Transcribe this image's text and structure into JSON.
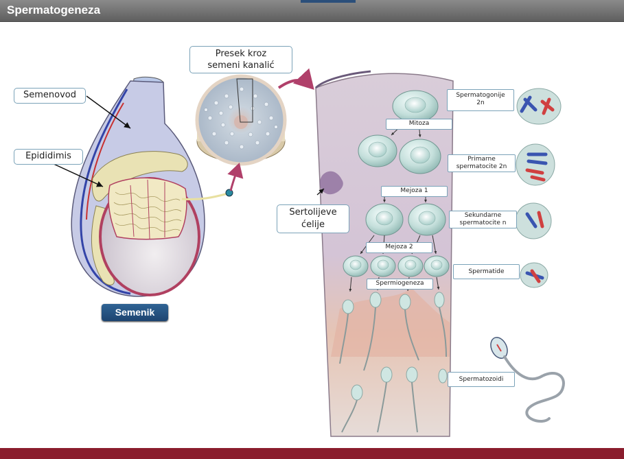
{
  "window": {
    "title": "Spermatogeneza"
  },
  "labels": {
    "semenovod": "Semenovod",
    "epididimis": "Epididimis",
    "presek_line1": "Presek kroz",
    "presek_line2": "semeni kanalić",
    "sertolijeve_line1": "Sertolijeve",
    "sertolijeve_line2": "ćelije",
    "semenik": "Semenik"
  },
  "stages": {
    "mitoza": "Mitoza",
    "mejoza1": "Mejoza 1",
    "mejoza2": "Mejoza 2",
    "spermiogeneza": "Spermiogeneza"
  },
  "cell_labels": {
    "spermatogonije_line1": "Spermatogonije",
    "spermatogonije_line2": "2n",
    "primarne_line1": "Primarne",
    "primarne_line2": "spermatocite 2n",
    "sekundarne_line1": "Sekundarne",
    "sekundarne_line2": "spermatocite  n",
    "spermatide": "Spermatide",
    "spermatozoidi": "Spermatozoidi"
  },
  "colors": {
    "title_bar": "#6e6e6e",
    "bottom_bar": "#8a1d2d",
    "semenik_button": "#2a5a8a",
    "label_border": "#7aa2b8",
    "tissue": "#d8c8d8",
    "cell": "#c8e0dc"
  }
}
